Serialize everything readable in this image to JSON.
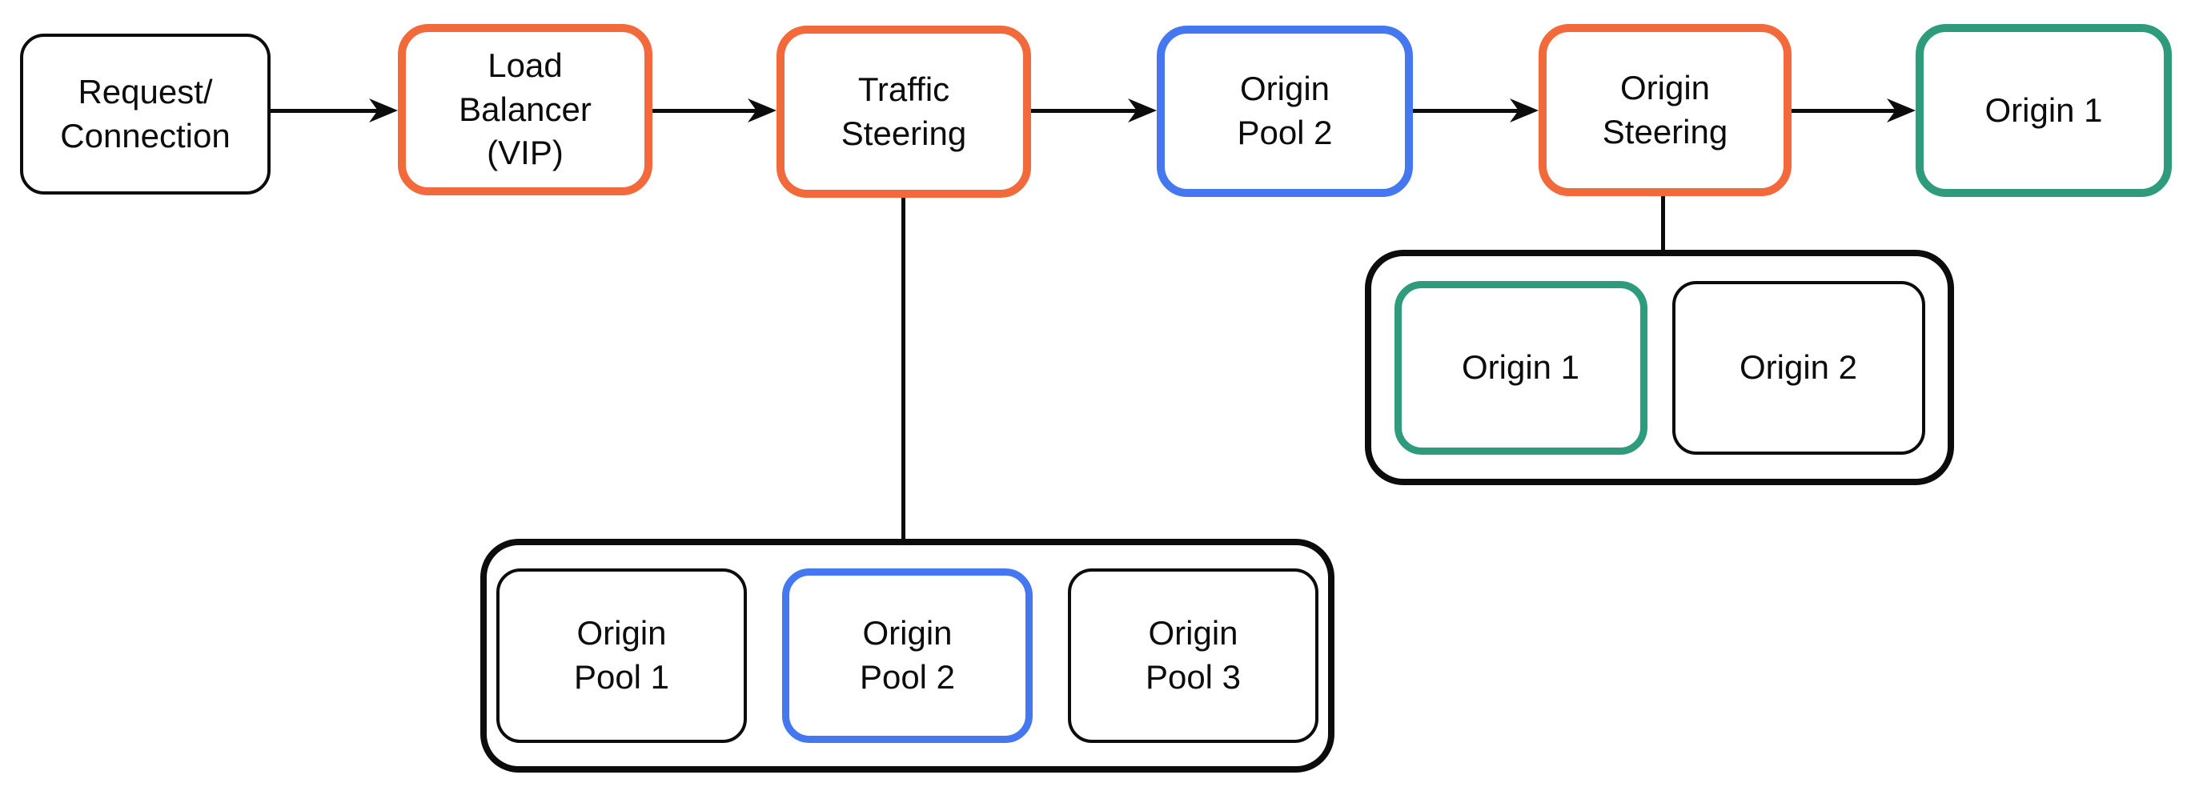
{
  "diagram": {
    "type": "flowchart",
    "background": "#ffffff",
    "colors": {
      "orange": "#f2693c",
      "blue": "#4577f0",
      "green": "#2e9c7c",
      "black": "#0c0c0c"
    },
    "flow": [
      {
        "label": "Request/\nConnection",
        "accent": "black"
      },
      {
        "label": "Load\nBalancer\n(VIP)",
        "accent": "orange"
      },
      {
        "label": "Traffic\nSteering",
        "accent": "orange"
      },
      {
        "label": "Origin\nPool 2",
        "accent": "blue"
      },
      {
        "label": "Origin\nSteering",
        "accent": "orange"
      },
      {
        "label": "Origin 1",
        "accent": "green"
      }
    ],
    "connections": [
      {
        "from": "Request/Connection",
        "to": "Load Balancer (VIP)",
        "style": "arrow"
      },
      {
        "from": "Load Balancer (VIP)",
        "to": "Traffic Steering",
        "style": "arrow"
      },
      {
        "from": "Traffic Steering",
        "to": "Origin Pool 2",
        "style": "arrow"
      },
      {
        "from": "Origin Pool 2",
        "to": "Origin Steering",
        "style": "arrow"
      },
      {
        "from": "Origin Steering",
        "to": "Origin 1",
        "style": "arrow"
      },
      {
        "from": "Traffic Steering",
        "to": "Origin Pool group",
        "style": "line"
      },
      {
        "from": "Origin Steering",
        "to": "Origin group",
        "style": "line"
      }
    ],
    "pool_group": {
      "items": [
        {
          "label": "Origin\nPool 1",
          "accent": "black"
        },
        {
          "label": "Origin\nPool 2",
          "accent": "blue"
        },
        {
          "label": "Origin\nPool 3",
          "accent": "black"
        }
      ]
    },
    "origin_group": {
      "items": [
        {
          "label": "Origin 1",
          "accent": "green"
        },
        {
          "label": "Origin 2",
          "accent": "black"
        }
      ]
    }
  }
}
